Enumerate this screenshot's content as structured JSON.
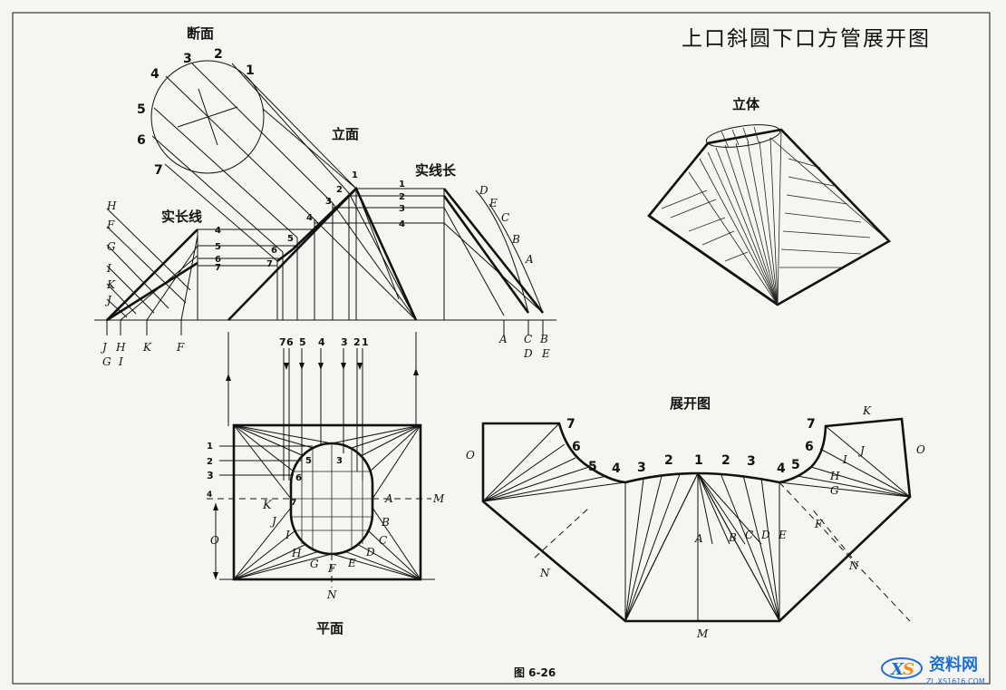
{
  "title": "上口斜圆下口方管展开图",
  "figure_caption": "图 6-26",
  "views": {
    "section": "断面",
    "elevation": "立面",
    "solid": "立体",
    "plan": "平面",
    "development": "展开图",
    "true_length_left": "实长线",
    "true_length_right": "实线长"
  },
  "section_numbers": [
    "1",
    "2",
    "3",
    "4",
    "5",
    "6",
    "7"
  ],
  "elev_numbers": [
    "1",
    "2",
    "3",
    "4",
    "5",
    "6",
    "7"
  ],
  "left_tl_letters": [
    "H",
    "F",
    "G",
    "I",
    "K",
    "J"
  ],
  "left_base": {
    "row1": [
      "J",
      "H",
      "K",
      "F"
    ],
    "row2": [
      "G",
      "I"
    ]
  },
  "right_tl_letters": [
    "D",
    "E",
    "C",
    "B",
    "A"
  ],
  "right_base": {
    "row1": [
      "A",
      "C",
      "B"
    ],
    "row2": [
      "D",
      "E"
    ]
  },
  "proj_numbers": [
    "7",
    "6",
    "5",
    "4",
    "3",
    "2",
    "1"
  ],
  "plan_left_numbers": [
    "1",
    "2",
    "3",
    "4"
  ],
  "plan_letters": {
    "K": "K",
    "A": "A",
    "M": "M",
    "J": "J",
    "I": "I",
    "H": "H",
    "G": "G",
    "F": "F",
    "E": "E",
    "D": "D",
    "C": "C",
    "B": "B",
    "O": "O",
    "N": "N"
  },
  "plan_inner": {
    "n5": "5",
    "n3": "3",
    "n6": "6",
    "n7": "7"
  },
  "dev_numbers_left": [
    "7",
    "6",
    "5",
    "4",
    "3",
    "2"
  ],
  "dev_center": "1",
  "dev_numbers_right": [
    "2",
    "3",
    "4",
    "5",
    "6",
    "7"
  ],
  "dev_letters": {
    "K": "K",
    "O_left": "O",
    "O_right": "O",
    "J": "J",
    "I": "I",
    "H": "H",
    "G": "G",
    "F": "F",
    "N_left": "N",
    "N_right": "N",
    "A": "A",
    "B": "B",
    "C": "C",
    "D": "D",
    "E": "E",
    "M": "M"
  },
  "watermark": {
    "brand": "资料网",
    "url": "ZL.XS1616.COM"
  },
  "colors": {
    "ink": "#111111",
    "paper": "#f6f5f1",
    "watermark_blue": "#1c6fd0",
    "watermark_orange": "#f08a1c"
  }
}
